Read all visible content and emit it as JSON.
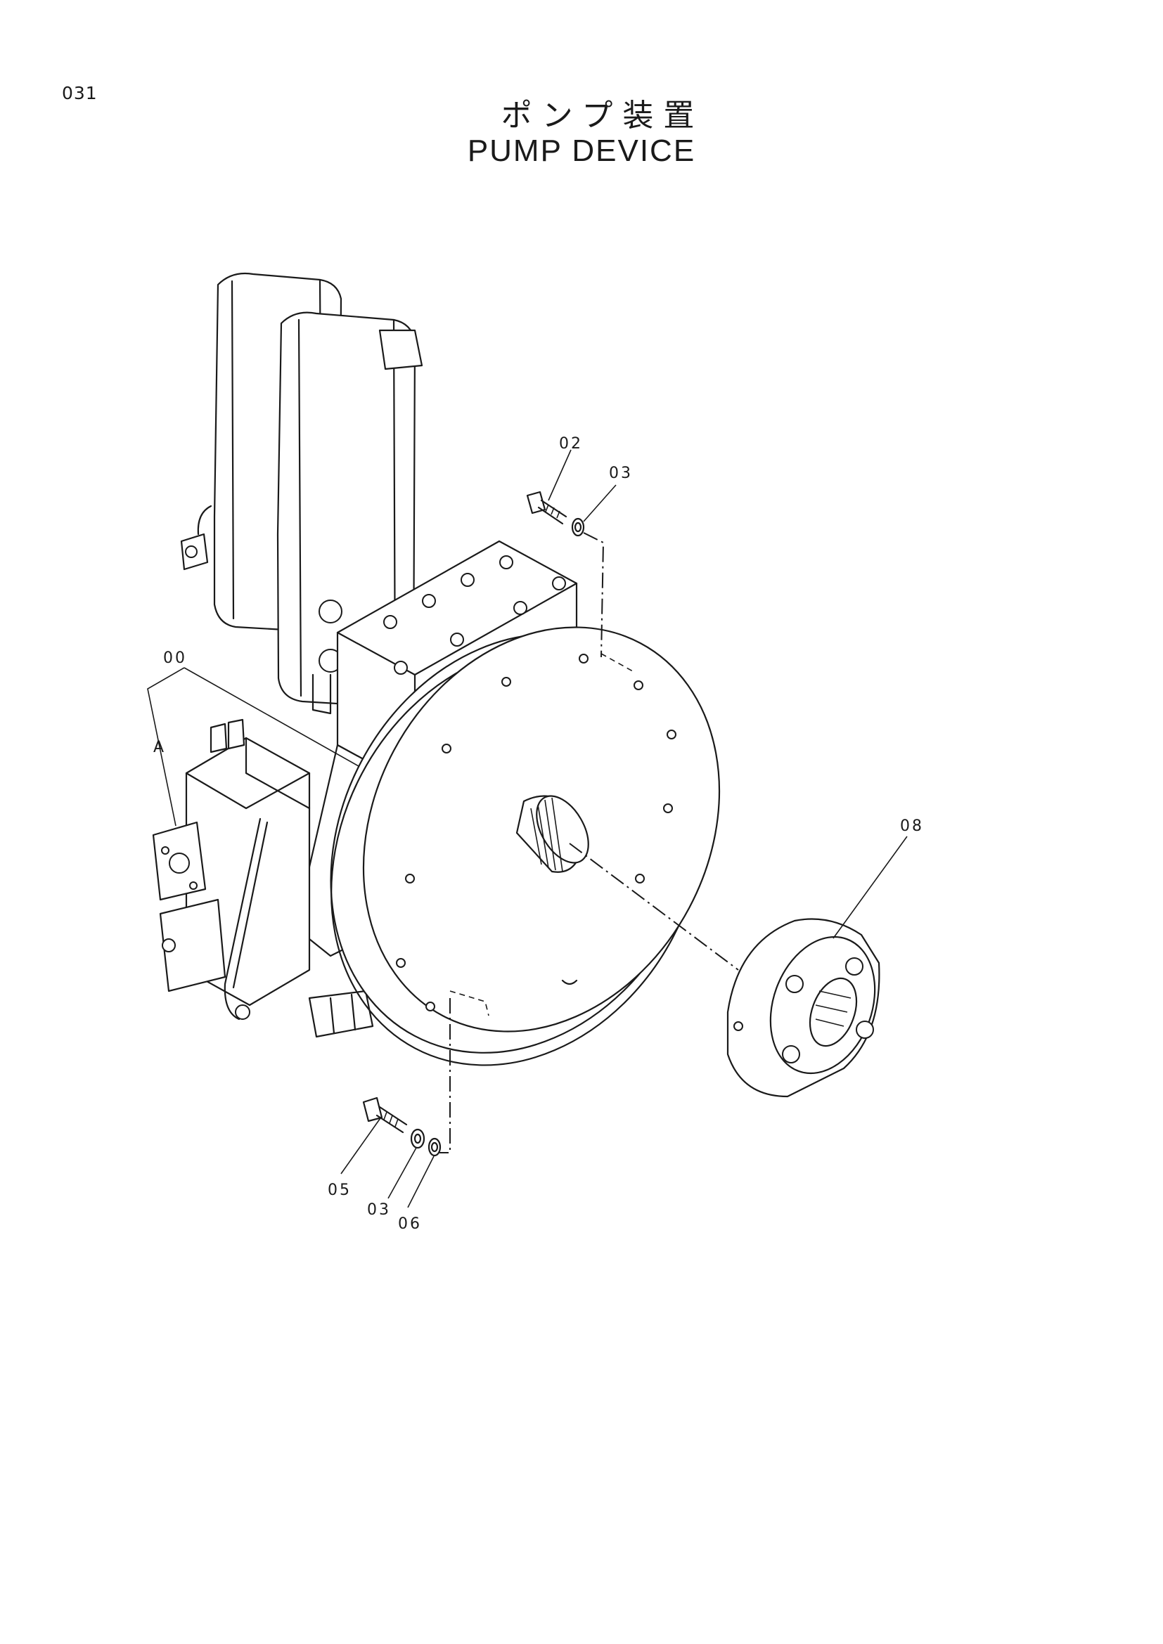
{
  "page": {
    "number": "031"
  },
  "title": {
    "japanese": "ポンプ装置",
    "english": "PUMP  DEVICE"
  },
  "callouts": {
    "c00": "00",
    "cA": "A",
    "c02": "02",
    "c03_top": "03",
    "c08": "08",
    "c05": "05",
    "c03_bottom": "03",
    "c06": "06"
  },
  "parts": [
    {
      "callout": "00",
      "name": "pump-assembly"
    },
    {
      "callout": "02",
      "name": "bolt-upper"
    },
    {
      "callout": "03",
      "name": "washer"
    },
    {
      "callout": "05",
      "name": "bolt-lower"
    },
    {
      "callout": "06",
      "name": "spring-washer"
    },
    {
      "callout": "08",
      "name": "coupling"
    }
  ]
}
